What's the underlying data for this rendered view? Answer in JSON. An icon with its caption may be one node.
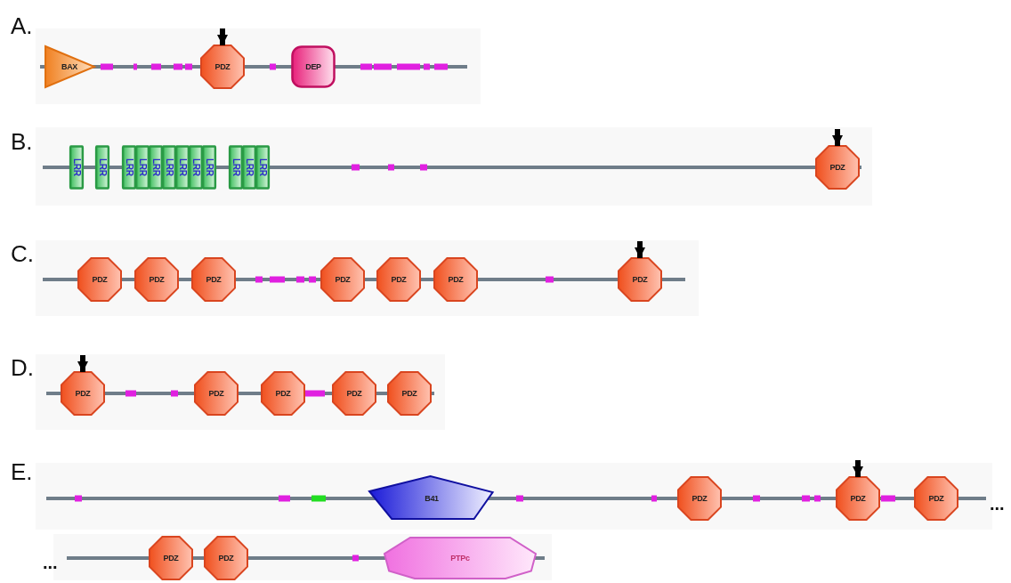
{
  "diagram": {
    "nodes": [
      {
        "text": [
          "BAX"
        ]
      },
      {
        "text": [
          "PDZ"
        ]
      },
      {
        "text": [
          "DEP"
        ]
      },
      {
        "text": [
          "LRR"
        ]
      },
      {
        "text": [
          "LRR"
        ]
      },
      {
        "text": [
          "LRR"
        ]
      },
      {
        "text": [
          "LRR"
        ]
      },
      {
        "text": [
          "LRR"
        ]
      },
      {
        "text": [
          "LRR"
        ]
      },
      {
        "text": [
          "LRR"
        ]
      },
      {
        "text": [
          "LRR"
        ]
      },
      {
        "text": [
          "LRR"
        ]
      },
      {
        "text": [
          "LRR"
        ]
      },
      {
        "text": [
          "LRR"
        ]
      },
      {
        "text": [
          "LRR"
        ]
      },
      {
        "text": [
          "PDZ"
        ]
      },
      {
        "text": [
          "PDZ"
        ]
      },
      {
        "text": [
          "PDZ"
        ]
      },
      {
        "text": [
          "PDZ"
        ]
      },
      {
        "text": [
          "PDZ"
        ]
      },
      {
        "text": [
          "PDZ"
        ]
      },
      {
        "text": [
          "PDZ"
        ]
      },
      {
        "text": [
          "PDZ"
        ]
      },
      {
        "text": [
          "PDZ"
        ]
      },
      {
        "text": [
          "PDZ"
        ]
      },
      {
        "text": [
          "PDZ"
        ]
      },
      {
        "text": [
          "PDZ"
        ]
      },
      {
        "text": [
          "PDZ"
        ]
      },
      {
        "text": [
          "B41"
        ]
      },
      {
        "text": [
          "PDZ"
        ]
      },
      {
        "text": [
          "PDZ"
        ]
      },
      {
        "text": [
          "PDZ"
        ]
      },
      {
        "text": [
          "PDZ"
        ]
      },
      {
        "text": [
          "PDZ"
        ]
      },
      {
        "text": [
          "PTPc"
        ]
      }
    ],
    "edges": [
      {
        "from": null,
        "to": 1,
        "arrow": "to"
      },
      {
        "from": null,
        "to": 15,
        "arrow": "to"
      },
      {
        "from": null,
        "to": 22,
        "arrow": "to"
      },
      {
        "from": null,
        "to": 23,
        "arrow": "to"
      },
      {
        "from": null,
        "to": 30,
        "arrow": "to"
      }
    ],
    "labels": [
      "A.",
      "B.",
      "C.",
      "D.",
      "E.",
      "...",
      "..."
    ]
  }
}
